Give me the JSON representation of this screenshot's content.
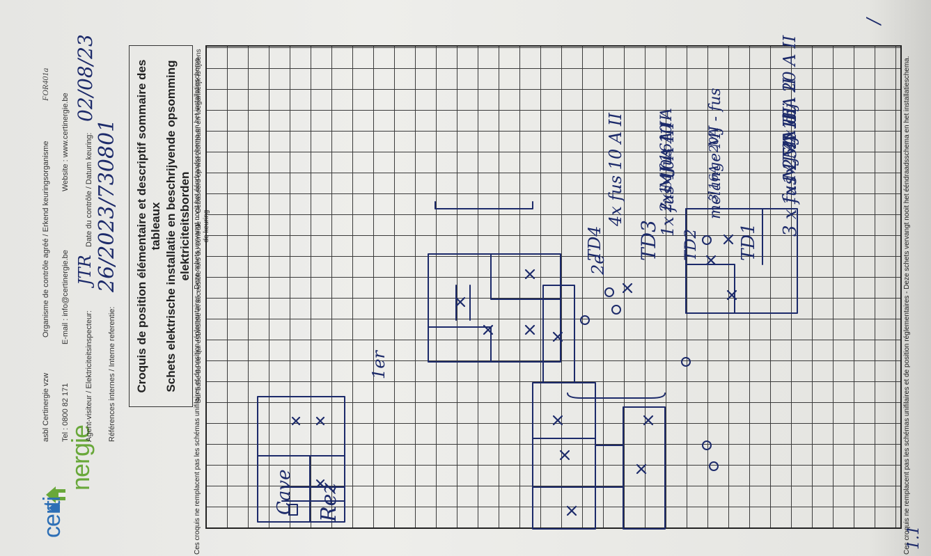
{
  "header": {
    "logo_certi": "certi",
    "logo_nergie": "nergie",
    "org_name": "asbl Certinergie vzw",
    "org_role": "Organisme de contrôle agréé / Erkend keuringsorganisme",
    "form_code": "FOR401a",
    "tel": "Tel : 0800 82 171",
    "email": "E-mail : info@certinergie.be",
    "website": "Website : www.certinergie.be",
    "inspector_label": "Agent-visiteur / Elektriciteitsinspecteur:",
    "inspector_value": "JTR",
    "date_label": "Date du contrôle / Datum keuring:",
    "date_value": "02/08/23",
    "ref_label": "Références internes / Interne referentie:",
    "ref_value": "26/2023/730801"
  },
  "title": {
    "line1": "Croquis de position élémentaire et descriptif sommaire des tableaux",
    "line2": "Schets elektrische installatie en beschrijvende opsomming elektriciteitsborden",
    "line3": "Sur base de ce qui est visible et accessible lors du contrôle – Gebaseerd op wat zichtbaar en toegankelijk is tijdens de keuring"
  },
  "disclaimer": "Ces croquis ne remplacent pas les schémas unifilaires et de position réglementaires - Deze schets vervangt nooit het ééndraadsschema en het installatieschema.",
  "handwriting": {
    "td1_label": "TD1",
    "td1_lines": [
      "3 x  fus 25A  III",
      "1x  MJ ?A  II",
      "1x  MJ 16A  II",
      "4x  dij. 20 A  II"
    ],
    "td2_label": "TD2",
    "td2_lines": [
      "mélange MJ - fus",
      "3       16A - 20A"
    ],
    "td3_label": "TD3",
    "td3_lines": [
      "1x  fus 10A  III",
      "2x  MJ 16A  II",
      "1x  fus 10 A"
    ],
    "td4_label": "TD4",
    "td4_lines": [
      "4x  fus 10 A  II"
    ],
    "cave": "Cave",
    "rez": "Rez",
    "floor1": "1er",
    "floor2": "2e",
    "page": "1.1",
    "margin_tick": "/"
  }
}
